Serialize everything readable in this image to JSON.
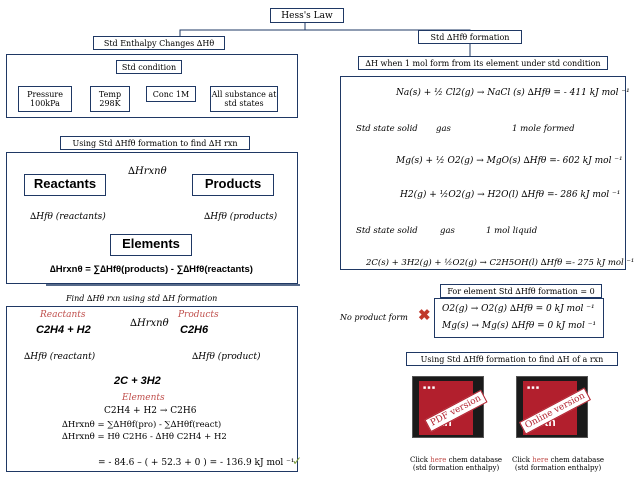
{
  "title": "Hess's Law",
  "left": {
    "std_label": "Std Enthalpy Changes ∆Hθ",
    "condition_title": "Std condition",
    "conditions": [
      "Pressure 100kPa",
      "Temp 298K",
      "Conc 1M",
      "All substance at std states"
    ],
    "formation_caption": "Using Std ∆Hfθ formation to find ∆H rxn",
    "reactants": "Reactants",
    "products": "Products",
    "elements": "Elements",
    "dh_rxn": "∆Hrxnθ",
    "dhf_reactants": "∆Hfθ (reactants)",
    "dhf_products": "∆Hfθ (products)",
    "equation": "∆Hrxnθ = ∑∆Hfθ(products) - ∑∆Hfθ(reactants)",
    "find_caption": "Find ∆Hθ rxn using std ∆H formation",
    "ex_reactants_label": "Reactants",
    "ex_products_label": "Products",
    "ex_elements_label": "Elements",
    "ex_reactants": "C2H4 + H2",
    "ex_products": "C2H6",
    "ex_elements": "2C + 3H2",
    "ex_dh_rxn": "∆Hrxnθ",
    "ex_dhf_reactant": "∆Hfθ (reactant)",
    "ex_dhf_product": "∆Hfθ (product)",
    "ex_eq1": "C2H4 + H2 → C2H6",
    "ex_eq2": "∆Hrxnθ = ∑∆Hθf(pro) - ∑∆Hθf(react)",
    "ex_eq3": "∆Hrxnθ = Hθ C2H6 - ∆Hθ C2H4 + H2",
    "ex_eq4": "= - 84.6 – ( + 52.3 + 0 ) = - 136.9 kJ mol ⁻¹"
  },
  "right": {
    "formation_title": "Std ∆Hfθ formation",
    "definition": "∆H when 1 mol form from its element under std condition",
    "eq_nacl": "Na(s) + ½ Cl2(g) → NaCl (s)  ∆Hfθ = - 411 kJ mol ⁻¹",
    "note_solid": "Std state solid",
    "note_gas": "gas",
    "note_1mol": "1 mole formed",
    "eq_mgo": "Mg(s) + ½ O2(g) → MgO(s)  ∆Hfθ =- 602 kJ mol ⁻¹",
    "eq_h2o": "H2(g) + ½O2(g) → H2O(l)  ∆Hfθ =- 286 kJ mol ⁻¹",
    "note_solid2": "Std state solid",
    "note_gas2": "gas",
    "note_liquid": "1 mol liquid",
    "eq_ethanol": "2C(s) + 3H2(g) + ½O2(g) → C2H5OH(l)  ∆Hfθ =- 275 kJ mol ⁻¹",
    "element_rule": "For element Std ∆Hfθ formation = 0",
    "no_product_form": "No product form",
    "eq_o2": "O2(g) → O2(g)   ∆Hfθ = 0 kJ mol ⁻¹",
    "eq_mg": "Mg(s) → Mg(s)   ∆Hfθ = 0 kJ mol ⁻¹",
    "rxn_caption": "Using Std ∆Hfθ formation to find ∆H of a rxn",
    "book1_stamp": "PDF version",
    "book2_stamp": "Online version",
    "book_edition": "95th",
    "cap1_pre": "Click ",
    "cap1_link": "here",
    "cap1_post": " chem database",
    "cap1_sub": "(std formation enthalpy)",
    "cap2_pre": "Click ",
    "cap2_link": "here",
    "cap2_post": " chem database",
    "cap2_sub": "(std formation enthalpy)"
  }
}
